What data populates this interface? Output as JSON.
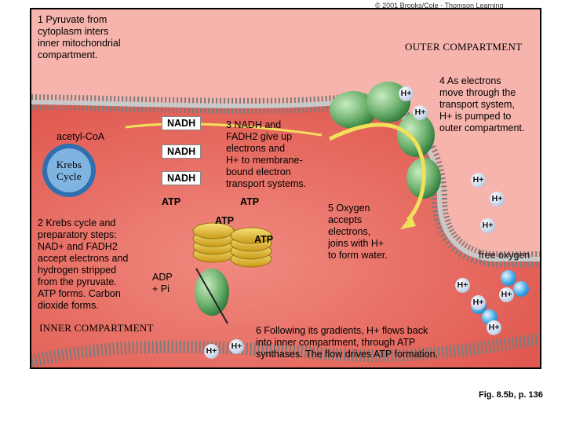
{
  "copyright": "© 2001 Brooks/Cole - Thomson Learning",
  "caption": "Fig. 8.5b, p. 136",
  "compartments": {
    "outer": "OUTER COMPARTMENT",
    "inner": "INNER COMPARTMENT"
  },
  "steps": {
    "step1": "1  Pyruvate from\ncytoplasm inters\ninner mitochondrial\ncompartment.",
    "step2": "2  Krebs cycle and\npreparatory steps:\nNAD+ and FADH2\naccept electrons and\nhydrogen stripped\nfrom the pyruvate.\nATP forms. Carbon\ndioxide forms.",
    "step3": "3  NADH and\nFADH2 give up\nelectrons and\nH+ to membrane-\nbound electron\ntransport systems.",
    "step4": "4  As electrons\nmove through the\ntransport system,\nH+ is pumped to\nouter compartment.",
    "step5": "5  Oxygen\naccepts\nelectrons,\njoins with H+\nto form water.",
    "step6": "6  Following its gradients, H+ flows back\ninto inner compartment, through ATP\nsynthases. The flow drives ATP formation."
  },
  "labels": {
    "acetyl": "acetyl-CoA",
    "krebs": "Krebs\nCycle",
    "nadh": [
      "NADH",
      "NADH",
      "NADH"
    ],
    "atp": [
      "ATP",
      "ATP",
      "ATP",
      "ATP"
    ],
    "adp": "ADP\n+ Pi",
    "free_oxygen": "free oxygen",
    "hplus": "H+"
  },
  "colors": {
    "cytoplasm_outer": "#f3a6a0",
    "matrix": "#e96b62",
    "membrane": "#9a9a9a",
    "protein": "#6fb26f",
    "electron_arrow": "#f1e05a",
    "atp_coin": "#e8c23a",
    "oxygen": "#2f8fd6"
  }
}
